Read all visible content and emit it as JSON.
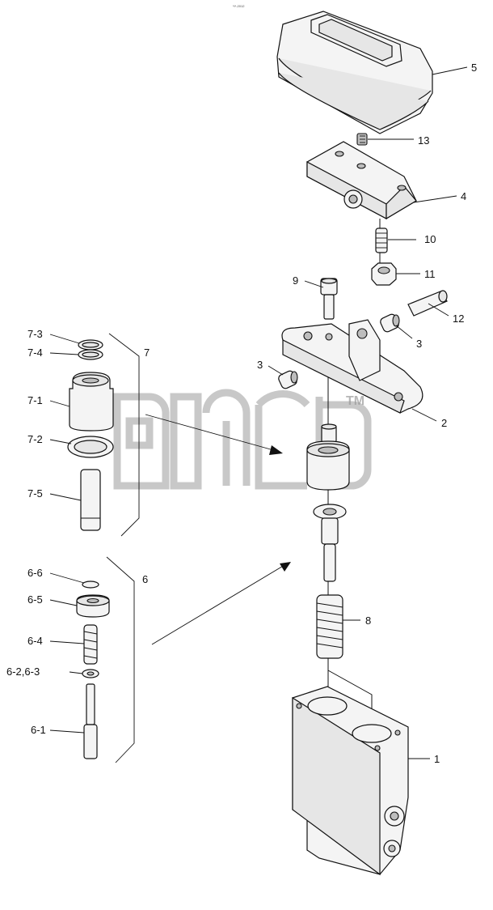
{
  "header_text": "*I*-2012",
  "watermark": {
    "tm": "TM"
  },
  "labels": {
    "l1": "1",
    "l2": "2",
    "l3a": "3",
    "l3b": "3",
    "l4": "4",
    "l5": "5",
    "l6": "6",
    "l7": "7",
    "l8": "8",
    "l9": "9",
    "l10": "10",
    "l11": "11",
    "l12": "12",
    "l13": "13",
    "l7_1": "7-1",
    "l7_2": "7-2",
    "l7_3": "7-3",
    "l7_4": "7-4",
    "l7_5": "7-5",
    "l6_1": "6-1",
    "l6_23": "6-2,6-3",
    "l6_4": "6-4",
    "l6_5": "6-5",
    "l6_6": "6-6"
  }
}
